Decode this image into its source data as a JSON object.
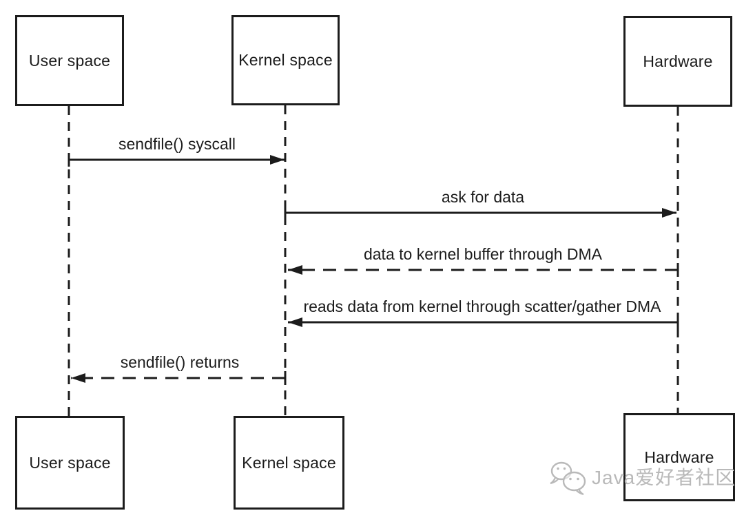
{
  "diagram_type": "sequence-diagram",
  "actors_top": [
    {
      "label": "User space"
    },
    {
      "label": "Kernel space"
    },
    {
      "label": "Hardware"
    }
  ],
  "actors_bottom": [
    {
      "label": "User space"
    },
    {
      "label": "Kernel space"
    },
    {
      "label": "Hardware"
    }
  ],
  "messages": [
    {
      "label": "sendfile() syscall",
      "line": "solid",
      "from": "User space",
      "to": "Kernel space"
    },
    {
      "label": "ask for data",
      "line": "solid",
      "from": "Kernel space",
      "to": "Hardware"
    },
    {
      "label": "data to kernel buffer through DMA",
      "line": "dashed",
      "from": "Hardware",
      "to": "Kernel space"
    },
    {
      "label": "reads data from kernel through scatter/gather DMA",
      "line": "solid",
      "from": "Hardware",
      "to": "Kernel space"
    },
    {
      "label": "sendfile() returns",
      "line": "dashed",
      "from": "Kernel space",
      "to": "User space"
    }
  ],
  "watermark": {
    "icon": "wechat-icon",
    "text": "Java爱好者社区"
  },
  "colors": {
    "line": "#1c1c1c",
    "text": "#1c1c1c",
    "watermark": "#b9b9b9",
    "background": "#ffffff"
  }
}
